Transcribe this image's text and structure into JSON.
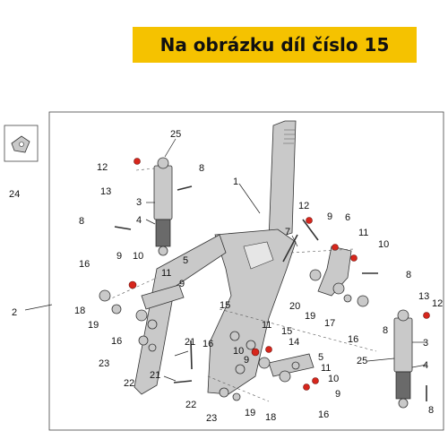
{
  "banner": {
    "text": "Na obrázku díl číslo 15",
    "background": "#f5c200"
  },
  "diagram": {
    "labels": [
      {
        "id": "l24",
        "text": "24"
      },
      {
        "id": "l2",
        "text": "2"
      },
      {
        "id": "l25a",
        "text": "25"
      },
      {
        "id": "l12a",
        "text": "12"
      },
      {
        "id": "l13a",
        "text": "13"
      },
      {
        "id": "l8a",
        "text": "8"
      },
      {
        "id": "l3a",
        "text": "3"
      },
      {
        "id": "l8b",
        "text": "8"
      },
      {
        "id": "l4a",
        "text": "4"
      },
      {
        "id": "l1",
        "text": "1"
      },
      {
        "id": "l12b",
        "text": "12"
      },
      {
        "id": "l7",
        "text": "7"
      },
      {
        "id": "l9a",
        "text": "9"
      },
      {
        "id": "l6",
        "text": "6"
      },
      {
        "id": "l11a",
        "text": "11"
      },
      {
        "id": "l10a",
        "text": "10"
      },
      {
        "id": "l8c",
        "text": "8"
      },
      {
        "id": "l16a",
        "text": "16"
      },
      {
        "id": "l9b",
        "text": "9"
      },
      {
        "id": "l10b",
        "text": "10"
      },
      {
        "id": "l5a",
        "text": "5"
      },
      {
        "id": "l11b",
        "text": "11"
      },
      {
        "id": "l9c",
        "text": "9"
      },
      {
        "id": "l18a",
        "text": "18"
      },
      {
        "id": "l19a",
        "text": "19"
      },
      {
        "id": "l16b",
        "text": "16"
      },
      {
        "id": "l23a",
        "text": "23"
      },
      {
        "id": "l22a",
        "text": "22"
      },
      {
        "id": "l20",
        "text": "20"
      },
      {
        "id": "l19b",
        "text": "19"
      },
      {
        "id": "l17",
        "text": "17"
      },
      {
        "id": "l16c",
        "text": "16"
      },
      {
        "id": "l15a",
        "text": "15"
      },
      {
        "id": "l11c",
        "text": "11"
      },
      {
        "id": "l15b",
        "text": "15"
      },
      {
        "id": "l14",
        "text": "14"
      },
      {
        "id": "l21a",
        "text": "21"
      },
      {
        "id": "l16d",
        "text": "16"
      },
      {
        "id": "l10c",
        "text": "10"
      },
      {
        "id": "l9d",
        "text": "9"
      },
      {
        "id": "l5b",
        "text": "5"
      },
      {
        "id": "l11d",
        "text": "11"
      },
      {
        "id": "l10d",
        "text": "10"
      },
      {
        "id": "l9e",
        "text": "9"
      },
      {
        "id": "l21b",
        "text": "21"
      },
      {
        "id": "l22b",
        "text": "22"
      },
      {
        "id": "l23b",
        "text": "23"
      },
      {
        "id": "l19c",
        "text": "19"
      },
      {
        "id": "l18b",
        "text": "18"
      },
      {
        "id": "l16e",
        "text": "16"
      },
      {
        "id": "l13b",
        "text": "13"
      },
      {
        "id": "l12c",
        "text": "12"
      },
      {
        "id": "l8d",
        "text": "8"
      },
      {
        "id": "l3b",
        "text": "3"
      },
      {
        "id": "l25b",
        "text": "25"
      },
      {
        "id": "l4b",
        "text": "4"
      },
      {
        "id": "l8e",
        "text": "8"
      }
    ]
  }
}
